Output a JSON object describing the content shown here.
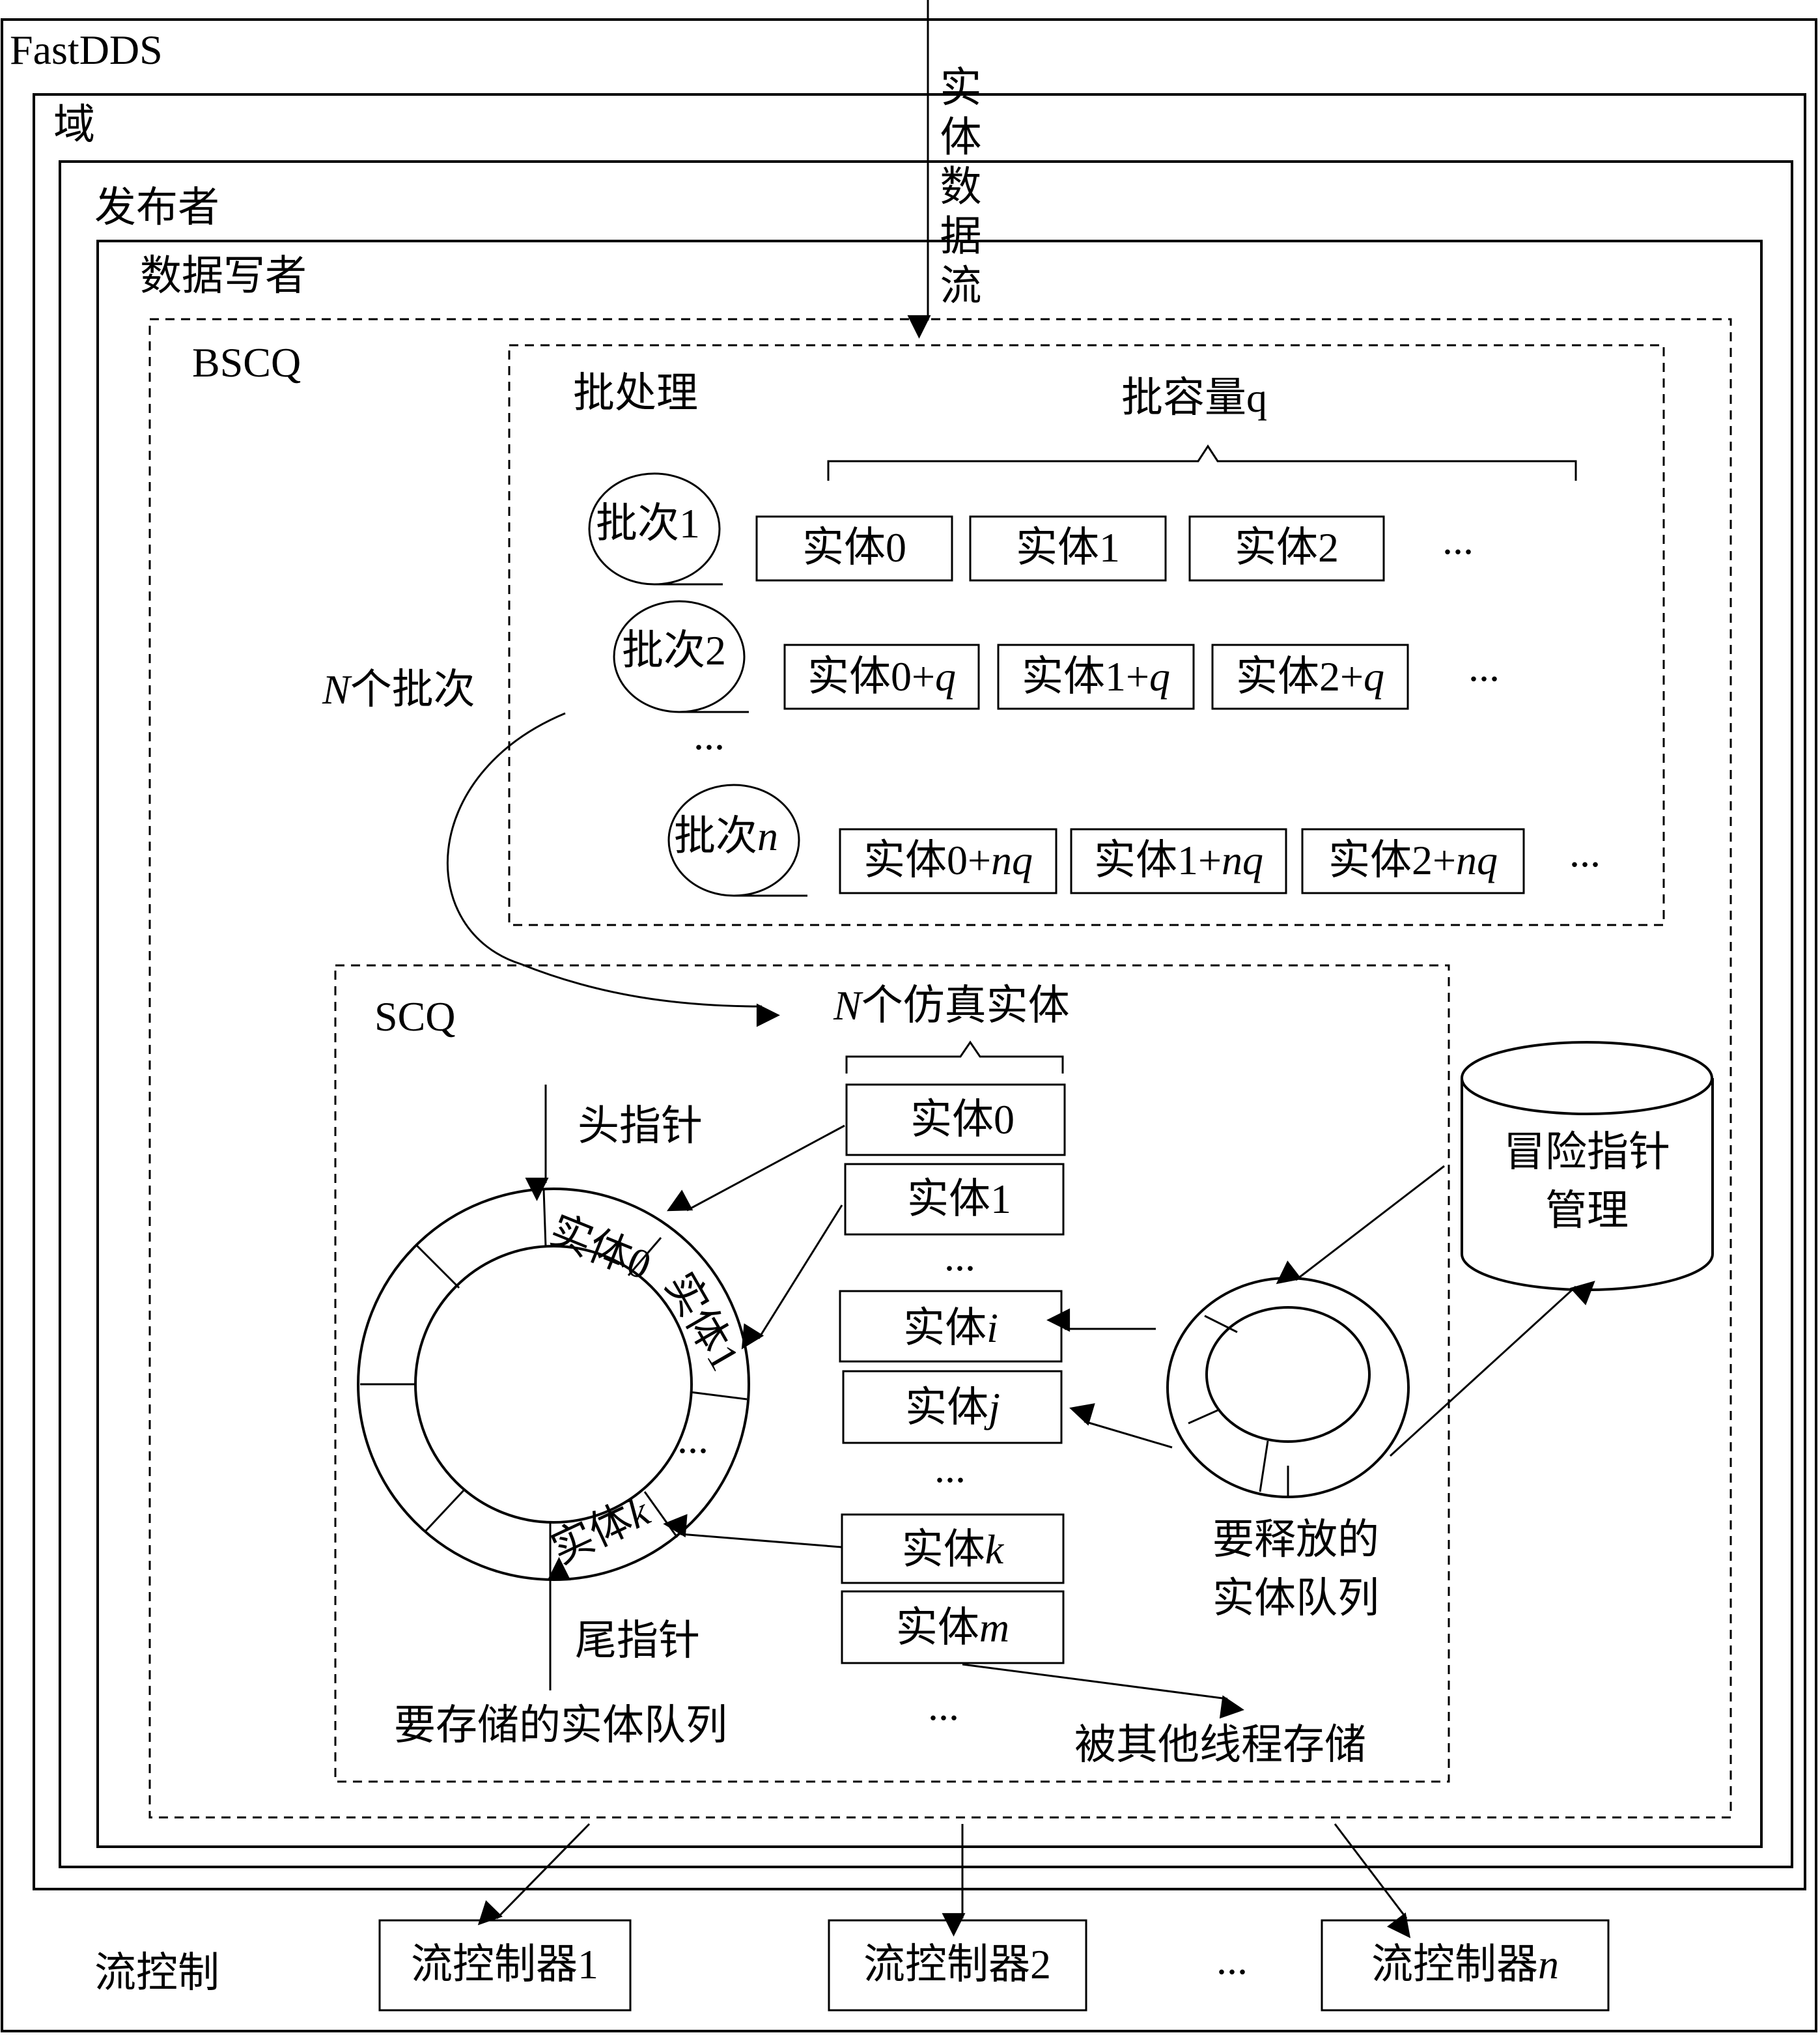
{
  "containers": {
    "fastdds": "FastDDS",
    "domain": "域",
    "publisher": "发布者",
    "datawriter": "数据写者",
    "bscq": "BSCQ",
    "batch_processing": "批处理",
    "scq": "SCQ",
    "flow_control": "流控制"
  },
  "inflow_label": "实体数据流",
  "batch": {
    "capacity_label": "批容量q",
    "n_batches_var": "N",
    "n_batches_text": "个批次",
    "ellipsis": "...",
    "rows": [
      {
        "name_text": "批次1",
        "name_var": "",
        "entities": [
          {
            "text": "实体0",
            "var": ""
          },
          {
            "text": "实体1",
            "var": ""
          },
          {
            "text": "实体2",
            "var": ""
          }
        ]
      },
      {
        "name_text": "批次2",
        "name_var": "",
        "entities": [
          {
            "text": "实体0+",
            "var": "q"
          },
          {
            "text": "实体1+",
            "var": "q"
          },
          {
            "text": "实体2+",
            "var": "q"
          }
        ]
      },
      {
        "name_text": "批次",
        "name_var": "n",
        "entities": [
          {
            "text": "实体0+",
            "var": "nq"
          },
          {
            "text": "实体1+",
            "var": "nq"
          },
          {
            "text": "实体2+",
            "var": "nq"
          }
        ]
      }
    ]
  },
  "scq": {
    "sim_entities_var": "N",
    "sim_entities_text": "个仿真实体",
    "head_pointer": "头指针",
    "tail_pointer": "尾指针",
    "store_queue": "要存储的实体队列",
    "release_queue_line1": "要释放的",
    "release_queue_line2": "实体队列",
    "hazard_line1": "冒险指针",
    "hazard_line2": "管理",
    "stored_by_others": "被其他线程存储",
    "ellipsis": "...",
    "ring_slots": [
      {
        "text": "实体0",
        "var": ""
      },
      {
        "text": "实体1",
        "var": ""
      },
      {
        "text": "实体",
        "var": "k"
      }
    ],
    "entity_list": [
      {
        "text": "实体0",
        "var": ""
      },
      {
        "text": "实体1",
        "var": ""
      },
      {
        "text": "实体",
        "var": "i"
      },
      {
        "text": "实体",
        "var": "j"
      },
      {
        "text": "实体",
        "var": "k"
      },
      {
        "text": "实体",
        "var": "m"
      }
    ]
  },
  "flow_controllers": [
    {
      "text": "流控制器1",
      "var": ""
    },
    {
      "text": "流控制器2",
      "var": ""
    },
    {
      "text": "流控制器",
      "var": "n"
    }
  ],
  "flow_ellipsis": "..."
}
